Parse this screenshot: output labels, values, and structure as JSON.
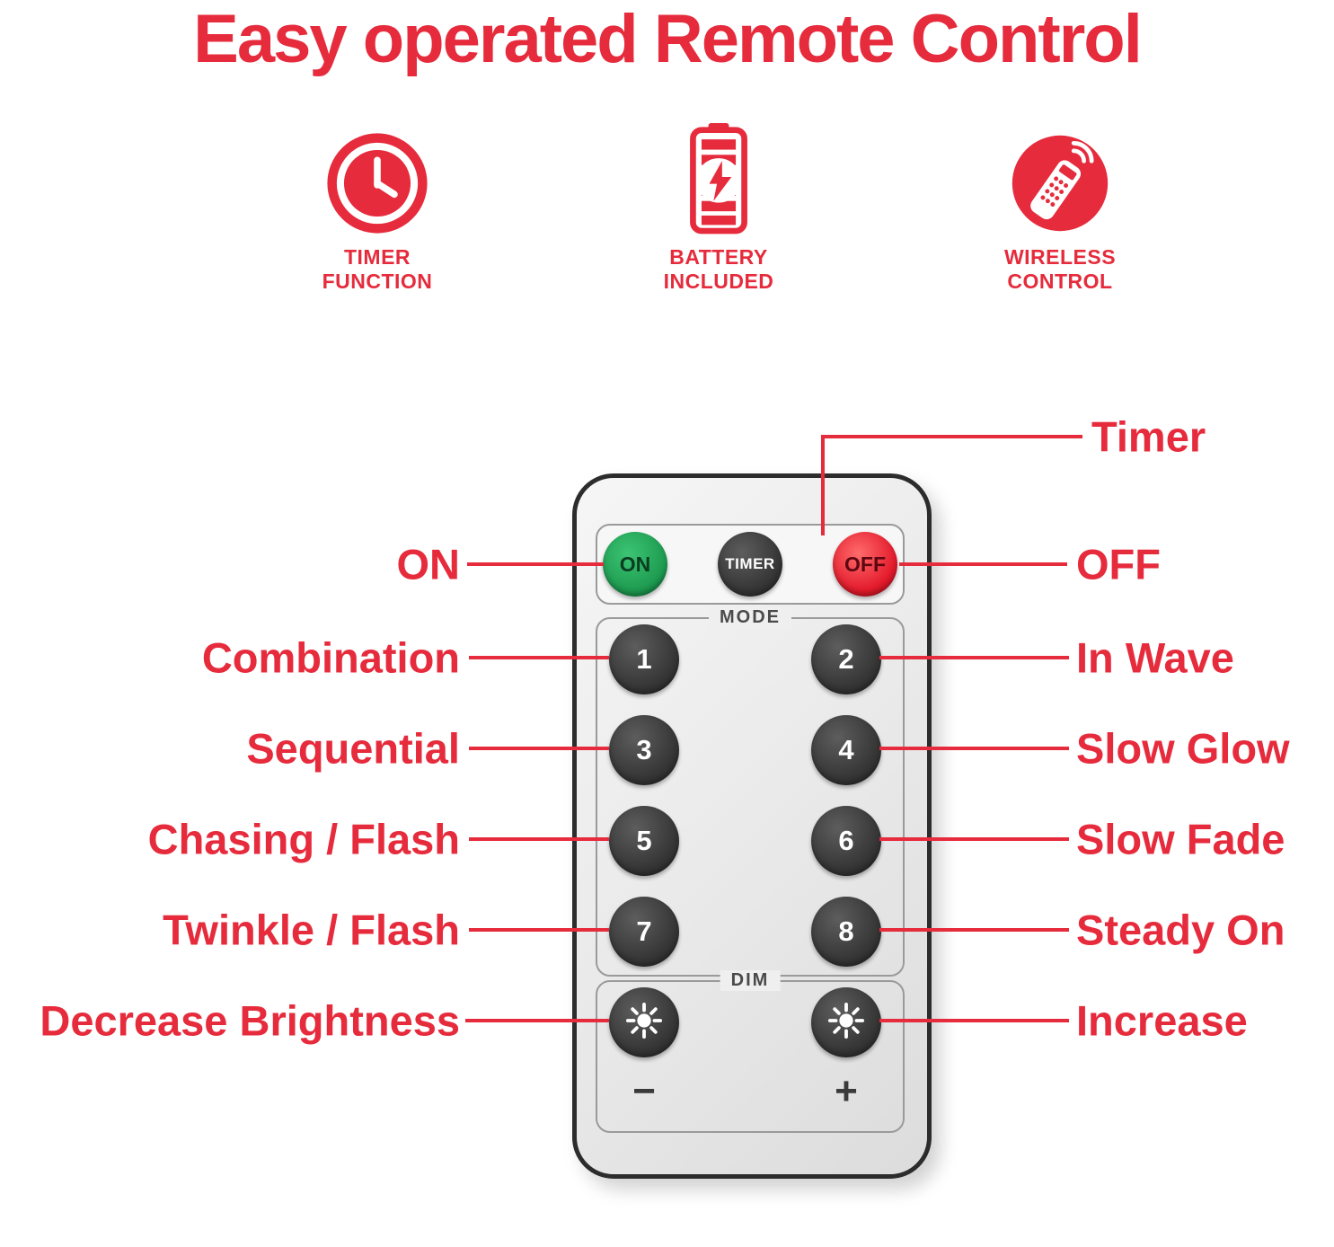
{
  "title": "Easy operated Remote Control",
  "features": [
    {
      "icon": "timer-clock-icon",
      "line1": "TIMER",
      "line2": "FUNCTION"
    },
    {
      "icon": "battery-icon",
      "line1": "BATTERY",
      "line2": "INCLUDED"
    },
    {
      "icon": "wireless-remote-icon",
      "line1": "WIRELESS",
      "line2": "CONTROL"
    }
  ],
  "remote": {
    "on_label": "ON",
    "timer_label": "TIMER",
    "off_label": "OFF",
    "mode_label": "MODE",
    "mode_buttons": [
      "1",
      "2",
      "3",
      "4",
      "5",
      "6",
      "7",
      "8"
    ],
    "dim_label": "DIM",
    "minus_label": "−",
    "plus_label": "+"
  },
  "callouts": {
    "timer": "Timer",
    "on": "ON",
    "off": "OFF",
    "combination": "Combination",
    "in_wave": "In Wave",
    "sequential": "Sequential",
    "slow_glow": "Slow Glow",
    "chasing_flash": "Chasing / Flash",
    "slow_fade": "Slow Fade",
    "twinkle_flash": "Twinkle / Flash",
    "steady_on": "Steady On",
    "decrease_brightness": "Decrease Brightness",
    "increase": "Increase"
  },
  "colors": {
    "accent_red": "#E62B3C",
    "button_green": "#1E9B50",
    "button_red": "#E31A2B",
    "button_dark": "#383838"
  }
}
